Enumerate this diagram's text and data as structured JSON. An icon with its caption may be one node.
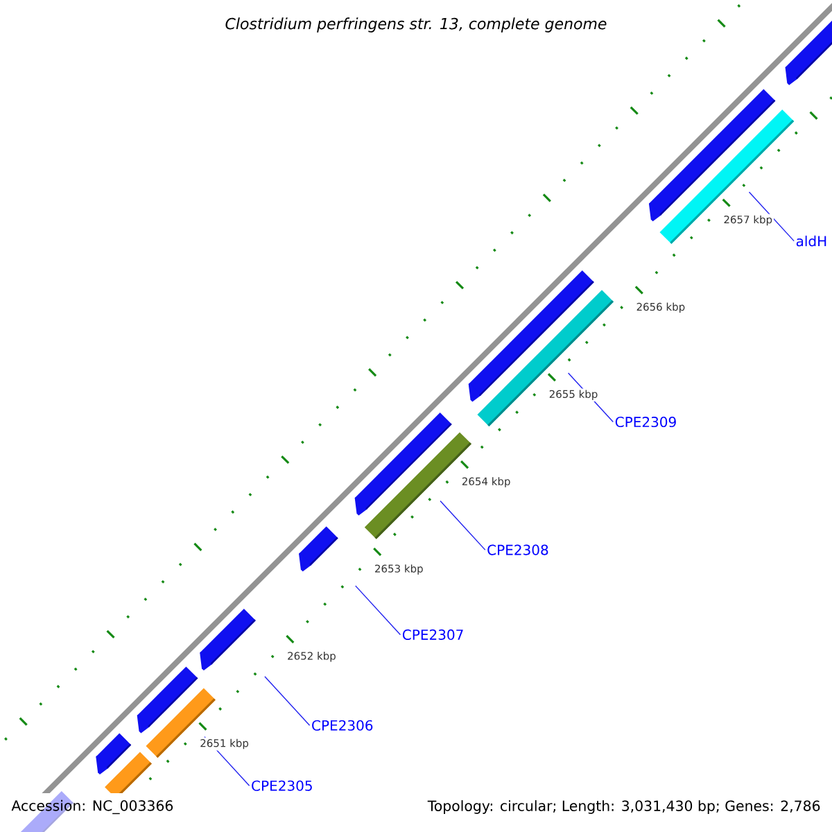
{
  "diagram": {
    "title": "Clostridium perfringens str. 13, complete genome",
    "nodes": [
      {
        "text": [
          "aldH"
        ]
      },
      {
        "text": [
          "CPE2309"
        ]
      },
      {
        "text": [
          "CPE2308"
        ]
      },
      {
        "text": [
          "CPE2307"
        ]
      },
      {
        "text": [
          "CPE2306"
        ]
      },
      {
        "text": [
          "CPE2305"
        ]
      },
      {
        "text": [],
        "shape": "bar"
      },
      {
        "text": [],
        "shape": "bar"
      },
      {
        "text": [],
        "shape": "bar"
      },
      {
        "text": [],
        "shape": "bar"
      },
      {
        "text": [],
        "shape": "bar"
      },
      {
        "text": [],
        "shape": "bar"
      },
      {
        "text": [],
        "shape": "bar"
      },
      {
        "text": [],
        "shape": "bar"
      },
      {
        "text": [],
        "shape": "bar"
      }
    ],
    "edges": [
      {
        "from": 0,
        "to": 13,
        "arrow": "none"
      },
      {
        "from": 1,
        "to": 12,
        "arrow": "none"
      },
      {
        "from": 2,
        "to": 11,
        "arrow": "none"
      },
      {
        "from": 3,
        "to": 10,
        "arrow": "none"
      },
      {
        "from": 4,
        "to": 9,
        "arrow": "none"
      },
      {
        "from": 5,
        "to": 8,
        "arrow": "none"
      }
    ],
    "labels": [
      "2657 kbp",
      "2656 kbp",
      "2655 kbp",
      "2654 kbp",
      "2653 kbp",
      "2652 kbp",
      "2651 kbp",
      "Accession: NC_003366",
      "Topology: circular; Length: 3,031,430 bp; Genes: 2,786"
    ]
  }
}
